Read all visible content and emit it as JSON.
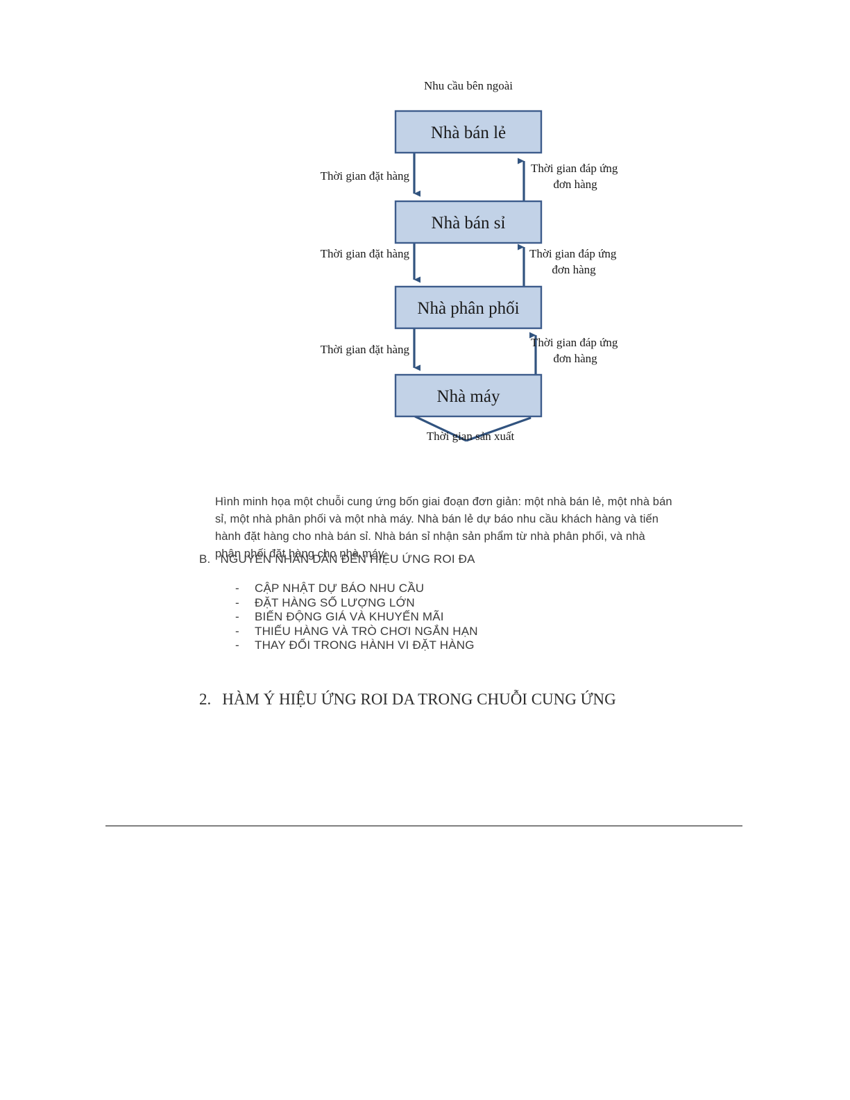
{
  "figure": {
    "title": "Nhu cầu bên ngoài",
    "nodes": [
      {
        "id": "retailer",
        "label": "Nhà bán lẻ"
      },
      {
        "id": "wholesaler",
        "label": "Nhà bán sỉ"
      },
      {
        "id": "distributor",
        "label": "Nhà phân phối"
      },
      {
        "id": "factory",
        "label": "Nhà máy"
      }
    ],
    "left_labels": [
      "Thời gian đặt hàng",
      "Thời gian đặt hàng",
      "Thời gian đặt hàng"
    ],
    "right_labels": [
      {
        "line1": "Thời gian đáp ứng",
        "line2": "đơn hàng"
      },
      {
        "line1": "Thời gian đáp ứng",
        "line2": "đơn hàng"
      },
      {
        "line1": "Thời gian đáp ứng",
        "line2": "đơn hàng"
      }
    ],
    "production_label": "Thời gian sản xuất",
    "colors": {
      "box_fill": "#c2d2e7",
      "box_stroke": "#3d5c8c",
      "arrow": "#31537f"
    }
  },
  "caption": "Hình minh họa một chuỗi cung ứng bốn giai đoạn đơn giản: một nhà bán lẻ, một nhà bán sỉ, một nhà phân phối và một nhà máy. Nhà bán lẻ dự báo nhu cầu khách hàng và tiến hành đặt hàng cho nhà bán sỉ. Nhà bán sỉ nhận sản phẩm từ nhà phân phối, và nhà phân phối đặt hàng cho nhà máy.",
  "section_b": {
    "marker": "B.",
    "heading": "NGUYÊN NHÂN DẪN ĐẾN HIỆU ỨNG ROI ĐA",
    "bullet_marker": "-",
    "items": [
      "CẬP NHẬT DỰ BÁO NHU CẦU",
      "ĐẶT HÀNG SỐ LƯỢNG LỚN",
      "BIẾN ĐỘNG GIÁ VÀ KHUYẾN MÃI",
      "THIẾU HÀNG VÀ TRÒ CHƠI NGẮN HẠN",
      "THAY ĐỔI TRONG HÀNH VI ĐẶT HÀNG"
    ]
  },
  "section_2": {
    "marker": "2.",
    "heading": "HÀM Ý HIỆU ỨNG ROI DA TRONG CHUỖI CUNG ỨNG"
  }
}
